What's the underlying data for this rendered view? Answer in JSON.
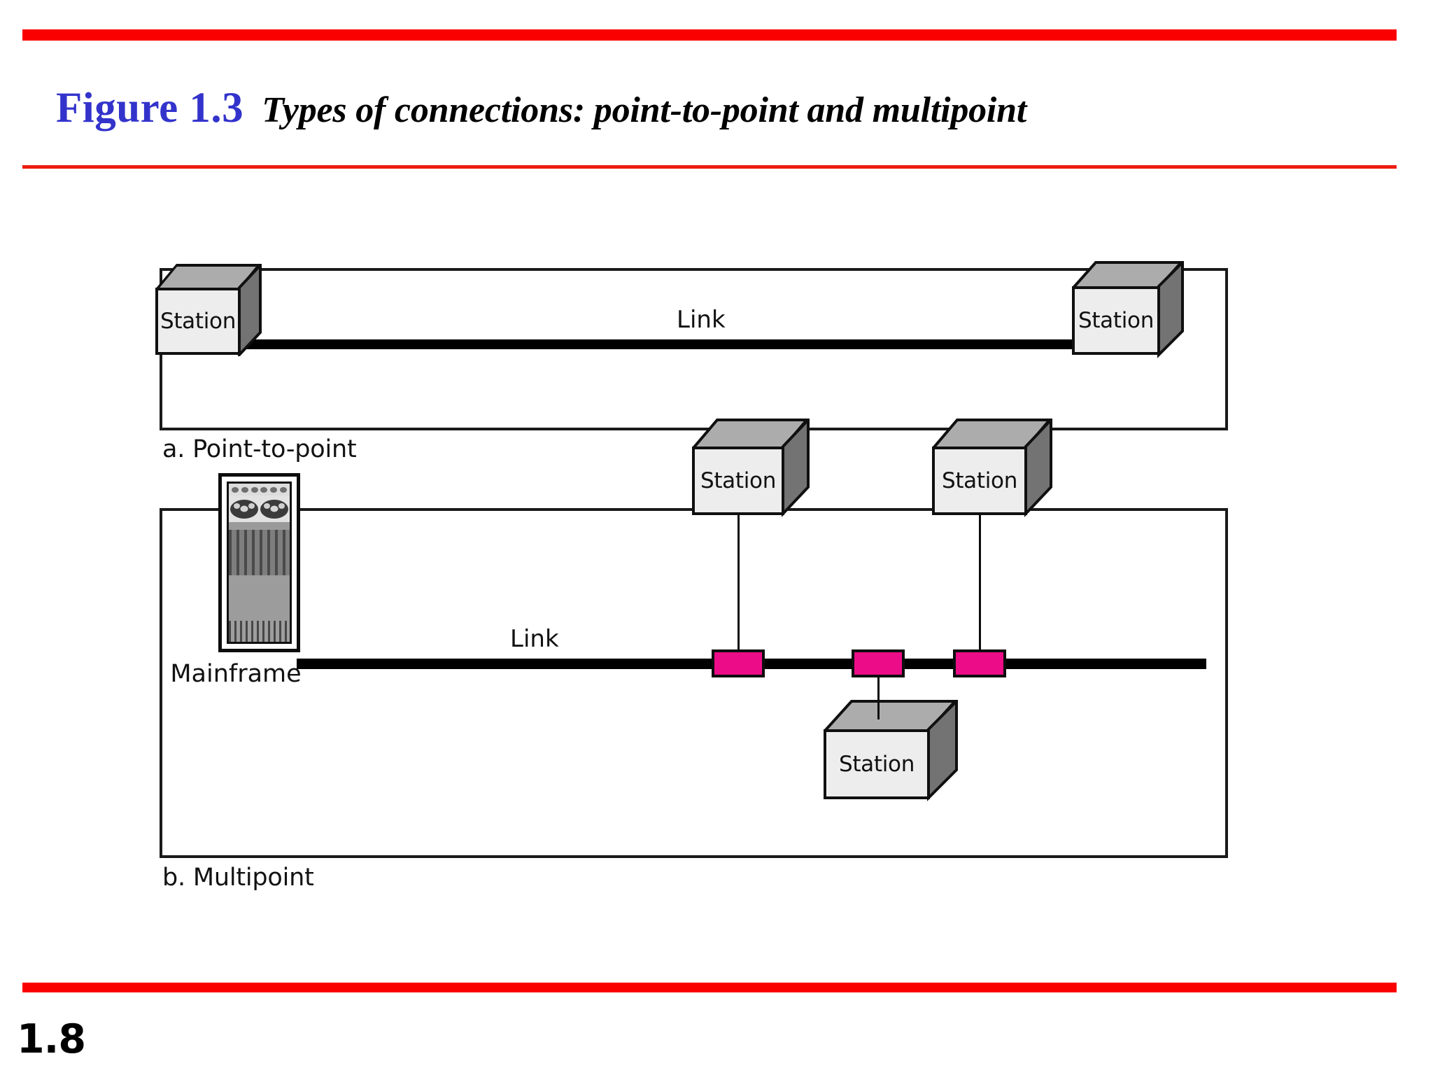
{
  "slide": {
    "page_number": "1.8",
    "accent_red": "#FB0000",
    "title_blue": "#3333CC",
    "tap_pink": "#ED0C87"
  },
  "title": {
    "figure_number": "Figure 1.3",
    "caption": "Types of connections: point-to-point and multipoint"
  },
  "diagram_a": {
    "caption": "a. Point-to-point",
    "link_label": "Link",
    "left_station_label": "Station",
    "right_station_label": "Station"
  },
  "diagram_b": {
    "caption": "b. Multipoint",
    "link_label": "Link",
    "mainframe_label": "Mainframe",
    "station_1_label": "Station",
    "station_2_label": "Station",
    "station_3_label": "Station"
  }
}
